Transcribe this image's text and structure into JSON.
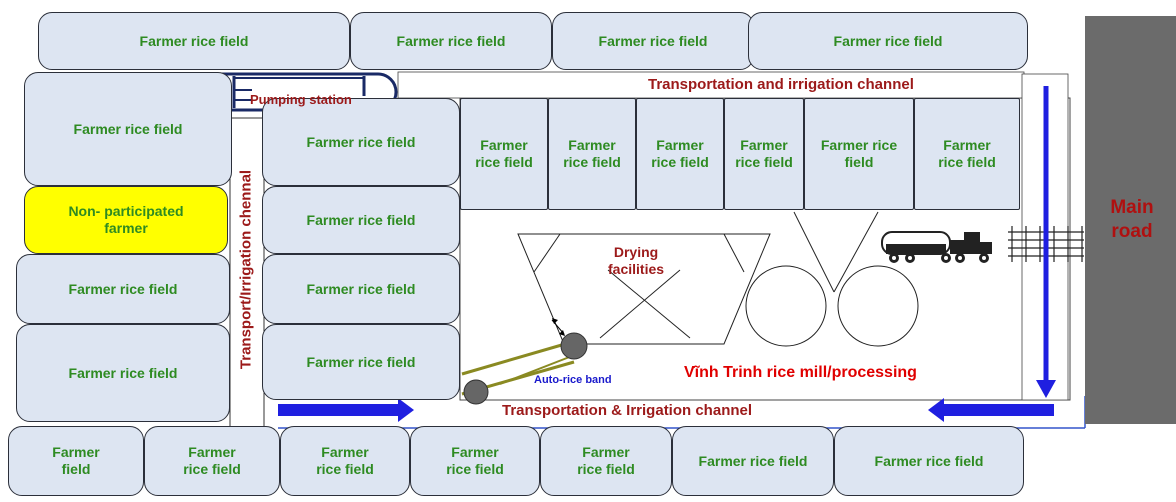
{
  "labels": {
    "farmer_rice_field": "Farmer rice field",
    "farmer_rice_field_split": [
      "Farmer",
      "rice field"
    ],
    "farmer_rice_field_split2": [
      "Farmer rice",
      "field"
    ],
    "non_participated": [
      "Non- participated",
      "farmer"
    ],
    "pumping_station": "Pumping station",
    "top_channel": "Transportation and irrigation channel",
    "bottom_channel": "Transportation & Irrigation channel",
    "vertical_channel": "Transport/Irrigation chennal",
    "drying": [
      "Drying",
      "facilities"
    ],
    "mill": "Vĩnh Trinh rice mill/processing",
    "auto_band": "Auto-rice band",
    "main_road": [
      "Main",
      "road"
    ]
  },
  "colors": {
    "field_fill": "#dde5f2",
    "field_text": "#2e8b22",
    "highlight_field": "#ffff00",
    "title_red": "#9c1a1a",
    "arrow_blue": "#1f1fe0",
    "road_gray": "#6b6b6b"
  }
}
